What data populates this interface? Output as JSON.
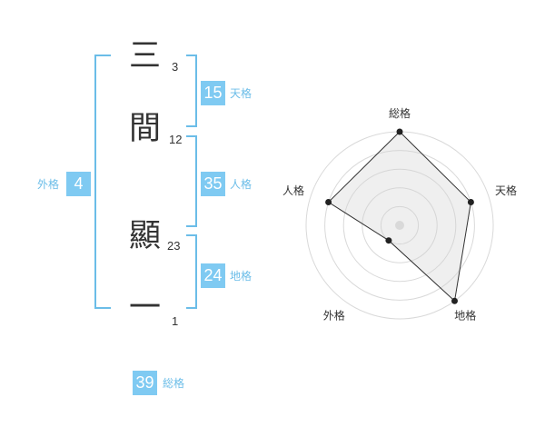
{
  "name_chars": [
    {
      "char": "三",
      "strokes": "3"
    },
    {
      "char": "間",
      "strokes": "12"
    },
    {
      "char": "顯",
      "strokes": "23"
    },
    {
      "char": "一",
      "strokes": "1"
    }
  ],
  "fortunes": {
    "tenkaku": {
      "value": "15",
      "label": "天格"
    },
    "jinkaku": {
      "value": "35",
      "label": "人格"
    },
    "chikaku": {
      "value": "24",
      "label": "地格"
    },
    "gaikaku": {
      "value": "4",
      "label": "外格"
    },
    "soukaku": {
      "value": "39",
      "label": "総格"
    }
  },
  "colors": {
    "accent": "#7fcaf2",
    "bracket": "#6bbde8",
    "text": "#333333"
  },
  "chart_data": {
    "type": "radar",
    "axes": [
      "総格",
      "天格",
      "地格",
      "外格",
      "人格"
    ],
    "values": [
      5,
      4,
      5,
      1,
      4
    ],
    "rmax": 5,
    "rings": 5,
    "grid": true
  }
}
